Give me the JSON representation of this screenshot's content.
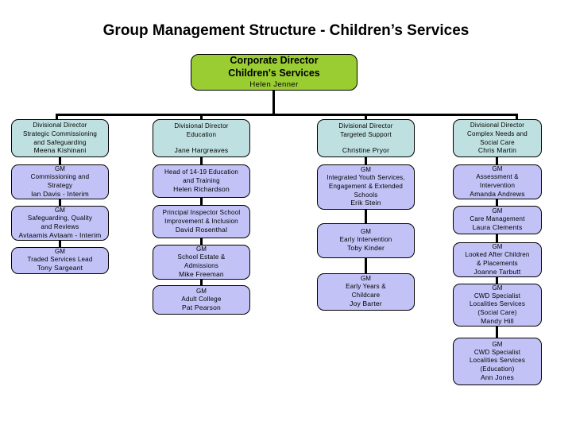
{
  "page": {
    "title": "Group Management Structure - Children’s Services",
    "colors": {
      "root_fill": "#9acd32",
      "director_fill": "#bfe0e0",
      "gm_fill": "#c2c2f7",
      "line": "#000000",
      "background": "#ffffff"
    }
  },
  "root": {
    "role_line1": "Corporate Director",
    "role_line2": "Children's Services",
    "name": "Helen Jenner"
  },
  "columns": [
    {
      "director": {
        "lead": "Divisional Director",
        "role_line1": "Strategic Commissioning",
        "role_line2": "and Safeguarding",
        "name": "Meena Kishinani"
      },
      "reports": [
        {
          "lead": "GM",
          "role_line1": "Commissioning and",
          "role_line2": "Strategy",
          "name": "Ian Davis - Interim"
        },
        {
          "lead": "GM",
          "role_line1": "Safeguarding, Quality",
          "role_line2": "and Reviews",
          "name": "Avtaamis Avtaam - Interim"
        },
        {
          "lead": "GM",
          "role_line1": "Traded Services Lead",
          "role_line2": "",
          "name": "Tony Sargeant"
        }
      ]
    },
    {
      "director": {
        "lead": "Divisional Director",
        "role_line1": "Education",
        "role_line2": "",
        "name": "Jane Hargreaves"
      },
      "reports": [
        {
          "lead": "",
          "role_line1": "Head of 14-19 Education",
          "role_line2": "and Training",
          "name": "Helen Richardson"
        },
        {
          "lead": "",
          "role_line1": "Principal Inspector School",
          "role_line2": "Improvement & Inclusion",
          "name": "David Rosenthal"
        },
        {
          "lead": "GM",
          "role_line1": "School Estate &",
          "role_line2": "Admissions",
          "name": "Mike Freeman"
        },
        {
          "lead": "GM",
          "role_line1": "Adult College",
          "role_line2": "",
          "name": "Pat Pearson"
        }
      ]
    },
    {
      "director": {
        "lead": "Divisional Director",
        "role_line1": "Targeted Support",
        "role_line2": "",
        "name": "Christine Pryor"
      },
      "reports": [
        {
          "lead": "GM",
          "role_line1": "Integrated Youth Services,",
          "role_line2": "Engagement & Extended",
          "role_line3": "Schools",
          "name": "Erik Stein"
        },
        {
          "lead": "GM",
          "role_line1": "Early Intervention",
          "role_line2": "",
          "name": "Toby Kinder"
        },
        {
          "lead": "GM",
          "role_line1": "Early Years &",
          "role_line2": "Childcare",
          "name": "Joy Barter"
        }
      ]
    },
    {
      "director": {
        "lead": "Divisional Director",
        "role_line1": "Complex Needs and",
        "role_line2": "Social Care",
        "name": "Chris Martin"
      },
      "reports": [
        {
          "lead": "GM",
          "role_line1": "Assessment &",
          "role_line2": "Intervention",
          "name": "Amanda Andrews"
        },
        {
          "lead": "GM",
          "role_line1": "Care Management",
          "role_line2": "",
          "name": "Laura Clements"
        },
        {
          "lead": "GM",
          "role_line1": "Looked After Children",
          "role_line2": "& Placements",
          "name": "Joanne Tarbutt"
        },
        {
          "lead": "GM",
          "role_line1": "CWD Specialist",
          "role_line2": "Localities Services",
          "role_line3": "(Social Care)",
          "name": "Mandy Hill"
        },
        {
          "lead": "GM",
          "role_line1": "CWD Specialist",
          "role_line2": "Localities Services",
          "role_line3": "(Education)",
          "name": "Ann Jones"
        }
      ]
    }
  ]
}
